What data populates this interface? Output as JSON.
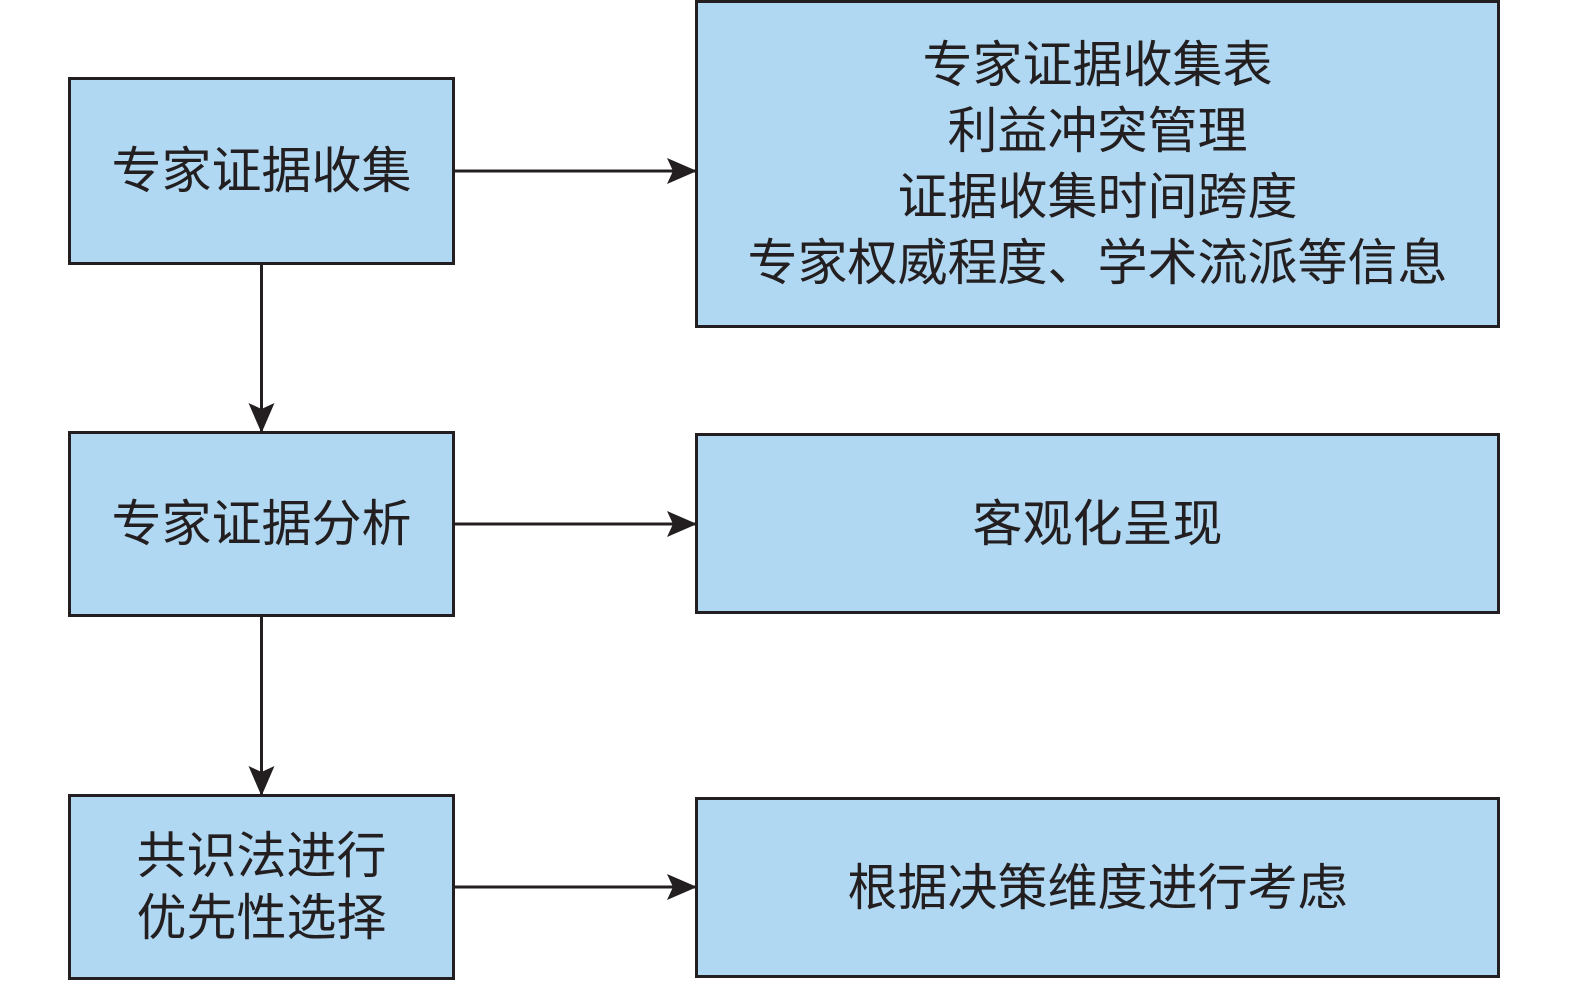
{
  "colors": {
    "box_fill": "#b0d8f2",
    "border": "#231f20",
    "arrow": "#231f20",
    "background": "#ffffff"
  },
  "boxes": {
    "collect": {
      "lines": [
        "专家证据收集"
      ]
    },
    "analyze": {
      "lines": [
        "专家证据分析"
      ]
    },
    "consensus": {
      "lines": [
        "共识法进行",
        "优先性选择"
      ]
    },
    "collect_detail": {
      "lines": [
        "专家证据收集表",
        "利益冲突管理",
        "证据收集时间跨度",
        "专家权威程度、学术流派等信息"
      ]
    },
    "analyze_detail": {
      "lines": [
        "客观化呈现"
      ]
    },
    "consensus_detail": {
      "lines": [
        "根据决策维度进行考虑"
      ]
    }
  },
  "connections": [
    {
      "from": "collect",
      "to": "collect_detail"
    },
    {
      "from": "analyze",
      "to": "analyze_detail"
    },
    {
      "from": "consensus",
      "to": "consensus_detail"
    },
    {
      "from": "collect",
      "to": "analyze"
    },
    {
      "from": "analyze",
      "to": "consensus"
    }
  ]
}
